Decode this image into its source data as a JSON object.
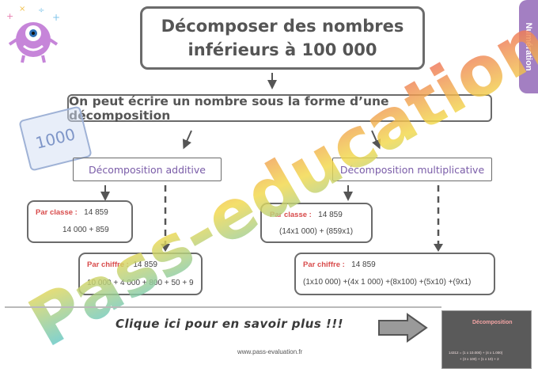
{
  "side_tab": {
    "label": "Numération"
  },
  "title": {
    "line1": "Décomposer des nombres",
    "line2": "inférieurs à 100 000"
  },
  "subtitle": "On peut écrire un nombre sous la forme d’une décomposition",
  "stamp": {
    "text": "1000"
  },
  "watermark": {
    "text": "Pass-education"
  },
  "additive": {
    "heading": "Décomposition additive",
    "par_classe": {
      "label": "Par classe :",
      "number": "14 859",
      "decomposition": "14 000 + 859"
    },
    "par_chiffre": {
      "label": "Par chiffre :",
      "number": "14 859",
      "decomposition": "10 000 + 4 000 + 800 + 50 + 9"
    }
  },
  "multiplicative": {
    "heading": "Décomposition multiplicative",
    "par_classe": {
      "label": "Par classe :",
      "number": "14 859",
      "decomposition": "(14x1 000) + (859x1)"
    },
    "par_chiffre": {
      "label": "Par chiffre :",
      "number": "14 859",
      "decomposition": "(1x10 000) +(4x 1 000) +(8x100) +(5x10) +(9x1)"
    }
  },
  "footer": {
    "cta": "Clique ici pour en savoir plus !!!",
    "url": "www.pass-evaluation.fr"
  },
  "thumbnail": {
    "title": "Décomposition",
    "line1": "14312 = (1 x 10.000) + (4 x 1.000)",
    "line2": "+ (3 x 100) + (1 x 10) + 2"
  },
  "colors": {
    "accent_red": "#d84b4b",
    "purple": "#a37fc2",
    "border": "#6b6b6b"
  }
}
